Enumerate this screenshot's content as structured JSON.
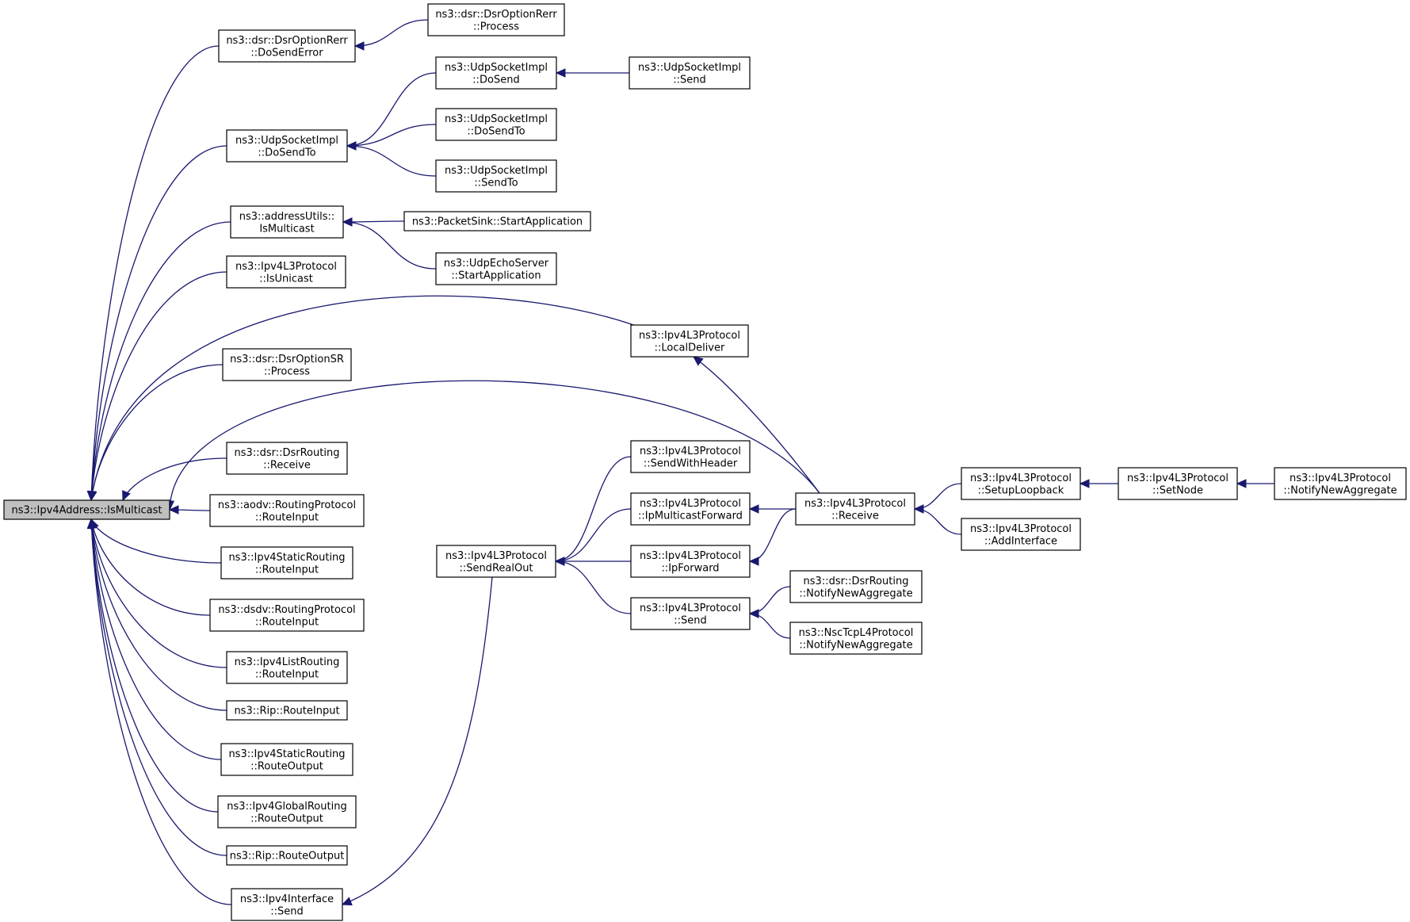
{
  "nodes": [
    {
      "id": "root",
      "lines": [
        "ns3::Ipv4Address::IsMulticast"
      ],
      "highlight": true
    },
    {
      "id": "n_dsrrerr_dosenderror",
      "lines": [
        "ns3::dsr::DsrOptionRerr",
        "::DoSendError"
      ]
    },
    {
      "id": "n_dsrrerr_process",
      "lines": [
        "ns3::dsr::DsrOptionRerr",
        "::Process"
      ]
    },
    {
      "id": "n_udp_dosendto",
      "lines": [
        "ns3::UdpSocketImpl",
        "::DoSendTo"
      ]
    },
    {
      "id": "n_udp_dosend",
      "lines": [
        "ns3::UdpSocketImpl",
        "::DoSend"
      ]
    },
    {
      "id": "n_udp_send",
      "lines": [
        "ns3::UdpSocketImpl",
        "::Send"
      ]
    },
    {
      "id": "n_udp_dosendto2",
      "lines": [
        "ns3::UdpSocketImpl",
        "::DoSendTo"
      ]
    },
    {
      "id": "n_udp_sendto",
      "lines": [
        "ns3::UdpSocketImpl",
        "::SendTo"
      ]
    },
    {
      "id": "n_addrutils",
      "lines": [
        "ns3::addressUtils::",
        "IsMulticast"
      ]
    },
    {
      "id": "n_packetsink",
      "lines": [
        "ns3::PacketSink::StartApplication"
      ]
    },
    {
      "id": "n_udpecho",
      "lines": [
        "ns3::UdpEchoServer",
        "::StartApplication"
      ]
    },
    {
      "id": "n_isunicast",
      "lines": [
        "ns3::Ipv4L3Protocol",
        "::IsUnicast"
      ]
    },
    {
      "id": "n_localdeliver",
      "lines": [
        "ns3::Ipv4L3Protocol",
        "::LocalDeliver"
      ]
    },
    {
      "id": "n_dsrsr",
      "lines": [
        "ns3::dsr::DsrOptionSR",
        "::Process"
      ]
    },
    {
      "id": "n_dsrrouting_receive",
      "lines": [
        "ns3::dsr::DsrRouting",
        "::Receive"
      ]
    },
    {
      "id": "n_aodv",
      "lines": [
        "ns3::aodv::RoutingProtocol",
        "::RouteInput"
      ]
    },
    {
      "id": "n_static_in",
      "lines": [
        "ns3::Ipv4StaticRouting",
        "::RouteInput"
      ]
    },
    {
      "id": "n_dsdv",
      "lines": [
        "ns3::dsdv::RoutingProtocol",
        "::RouteInput"
      ]
    },
    {
      "id": "n_listrouting",
      "lines": [
        "ns3::Ipv4ListRouting",
        "::RouteInput"
      ]
    },
    {
      "id": "n_rip_in",
      "lines": [
        "ns3::Rip::RouteInput"
      ]
    },
    {
      "id": "n_static_out",
      "lines": [
        "ns3::Ipv4StaticRouting",
        "::RouteOutput"
      ]
    },
    {
      "id": "n_global_out",
      "lines": [
        "ns3::Ipv4GlobalRouting",
        "::RouteOutput"
      ]
    },
    {
      "id": "n_rip_out",
      "lines": [
        "ns3::Rip::RouteOutput"
      ]
    },
    {
      "id": "n_iface_send",
      "lines": [
        "ns3::Ipv4Interface",
        "::Send"
      ]
    },
    {
      "id": "n_sendrealout",
      "lines": [
        "ns3::Ipv4L3Protocol",
        "::SendRealOut"
      ]
    },
    {
      "id": "n_sendwithheader",
      "lines": [
        "ns3::Ipv4L3Protocol",
        "::SendWithHeader"
      ]
    },
    {
      "id": "n_ipmcast",
      "lines": [
        "ns3::Ipv4L3Protocol",
        "::IpMulticastForward"
      ]
    },
    {
      "id": "n_ipforward",
      "lines": [
        "ns3::Ipv4L3Protocol",
        "::IpForward"
      ]
    },
    {
      "id": "n_l3send",
      "lines": [
        "ns3::Ipv4L3Protocol",
        "::Send"
      ]
    },
    {
      "id": "n_receive",
      "lines": [
        "ns3::Ipv4L3Protocol",
        "::Receive"
      ]
    },
    {
      "id": "n_dsr_nna",
      "lines": [
        "ns3::dsr::DsrRouting",
        "::NotifyNewAggregate"
      ]
    },
    {
      "id": "n_nsc_nna",
      "lines": [
        "ns3::NscTcpL4Protocol",
        "::NotifyNewAggregate"
      ]
    },
    {
      "id": "n_setuploopback",
      "lines": [
        "ns3::Ipv4L3Protocol",
        "::SetupLoopback"
      ]
    },
    {
      "id": "n_addinterface",
      "lines": [
        "ns3::Ipv4L3Protocol",
        "::AddInterface"
      ]
    },
    {
      "id": "n_setnode",
      "lines": [
        "ns3::Ipv4L3Protocol",
        "::SetNode"
      ]
    },
    {
      "id": "n_l3_nna",
      "lines": [
        "ns3::Ipv4L3Protocol",
        "::NotifyNewAggregate"
      ]
    }
  ],
  "edges": [
    [
      "n_dsrrerr_dosenderror",
      "root"
    ],
    [
      "n_udp_dosendto",
      "root"
    ],
    [
      "n_addrutils",
      "root"
    ],
    [
      "n_isunicast",
      "root"
    ],
    [
      "n_localdeliver",
      "root"
    ],
    [
      "n_dsrsr",
      "root"
    ],
    [
      "n_receive",
      "root"
    ],
    [
      "n_dsrrouting_receive",
      "root"
    ],
    [
      "n_aodv",
      "root"
    ],
    [
      "n_static_in",
      "root"
    ],
    [
      "n_dsdv",
      "root"
    ],
    [
      "n_listrouting",
      "root"
    ],
    [
      "n_rip_in",
      "root"
    ],
    [
      "n_static_out",
      "root"
    ],
    [
      "n_global_out",
      "root"
    ],
    [
      "n_rip_out",
      "root"
    ],
    [
      "n_iface_send",
      "root"
    ],
    [
      "n_dsrrerr_process",
      "n_dsrrerr_dosenderror"
    ],
    [
      "n_udp_dosend",
      "n_udp_dosendto"
    ],
    [
      "n_udp_dosendto2",
      "n_udp_dosendto"
    ],
    [
      "n_udp_sendto",
      "n_udp_dosendto"
    ],
    [
      "n_udp_send",
      "n_udp_dosend"
    ],
    [
      "n_packetsink",
      "n_addrutils"
    ],
    [
      "n_udpecho",
      "n_addrutils"
    ],
    [
      "n_receive",
      "n_localdeliver"
    ],
    [
      "n_sendrealout",
      "n_iface_send"
    ],
    [
      "n_sendwithheader",
      "n_sendrealout"
    ],
    [
      "n_ipmcast",
      "n_sendrealout"
    ],
    [
      "n_ipforward",
      "n_sendrealout"
    ],
    [
      "n_l3send",
      "n_sendrealout"
    ],
    [
      "n_receive",
      "n_ipmcast"
    ],
    [
      "n_receive",
      "n_ipforward"
    ],
    [
      "n_dsr_nna",
      "n_l3send"
    ],
    [
      "n_nsc_nna",
      "n_l3send"
    ],
    [
      "n_setuploopback",
      "n_receive"
    ],
    [
      "n_addinterface",
      "n_receive"
    ],
    [
      "n_setnode",
      "n_setuploopback"
    ],
    [
      "n_l3_nna",
      "n_setnode"
    ]
  ]
}
